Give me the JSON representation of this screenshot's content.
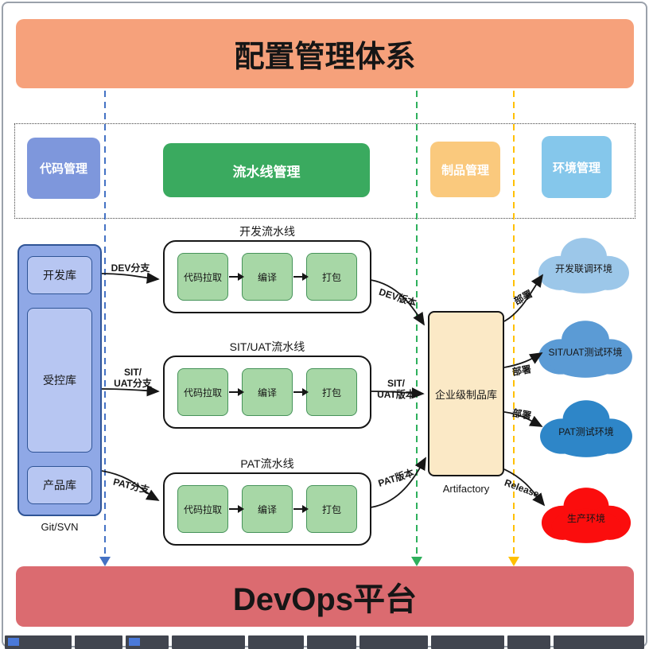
{
  "header": {
    "title": "配置管理体系"
  },
  "footer": {
    "title": "DevOps平台"
  },
  "categories": {
    "code": {
      "label": "代码管理",
      "color": "#7E97DC"
    },
    "pipeline": {
      "label": "流水线管理",
      "color": "#3AAA5F"
    },
    "artifact": {
      "label": "制品管理",
      "color": "#FAC97D"
    },
    "environment": {
      "label": "环境管理",
      "color": "#85C7EB"
    }
  },
  "source_control": {
    "repos": {
      "dev": "开发库",
      "controlled": "受控库",
      "product": "产品库"
    },
    "caption": "Git/SVN"
  },
  "pipelines": [
    {
      "title": "开发流水线",
      "steps": [
        "代码拉取",
        "编译",
        "打包"
      ],
      "branch_label": "DEV分支",
      "version_label": "DEV版本"
    },
    {
      "title": "SIT/UAT流水线",
      "steps": [
        "代码拉取",
        "编译",
        "打包"
      ],
      "branch_label": "SIT/\nUAT分支",
      "version_label": "SIT/\nUAT版本"
    },
    {
      "title": "PAT流水线",
      "steps": [
        "代码拉取",
        "编译",
        "打包"
      ],
      "branch_label": "PAT分支",
      "version_label": "PAT版本"
    }
  ],
  "artifact_repo": {
    "label": "企业级制品库",
    "caption": "Artifactory"
  },
  "environments": [
    {
      "label": "开发联调环境",
      "arrow_label": "部署",
      "color": "#9CC7E9"
    },
    {
      "label": "SIT/UAT测试环境",
      "arrow_label": "部署",
      "color": "#5B9BD5"
    },
    {
      "label": "PAT测试环境",
      "arrow_label": "部署",
      "color": "#2E86C8"
    },
    {
      "label": "生产环境",
      "arrow_label": "Release",
      "color": "#FB0D0D"
    }
  ],
  "colors": {
    "header_bg": "#F6A17B",
    "footer_bg": "#DB6B70",
    "dashed_blue": "#4472C4",
    "dashed_green": "#2EB05C",
    "dashed_orange": "#FFC000"
  }
}
